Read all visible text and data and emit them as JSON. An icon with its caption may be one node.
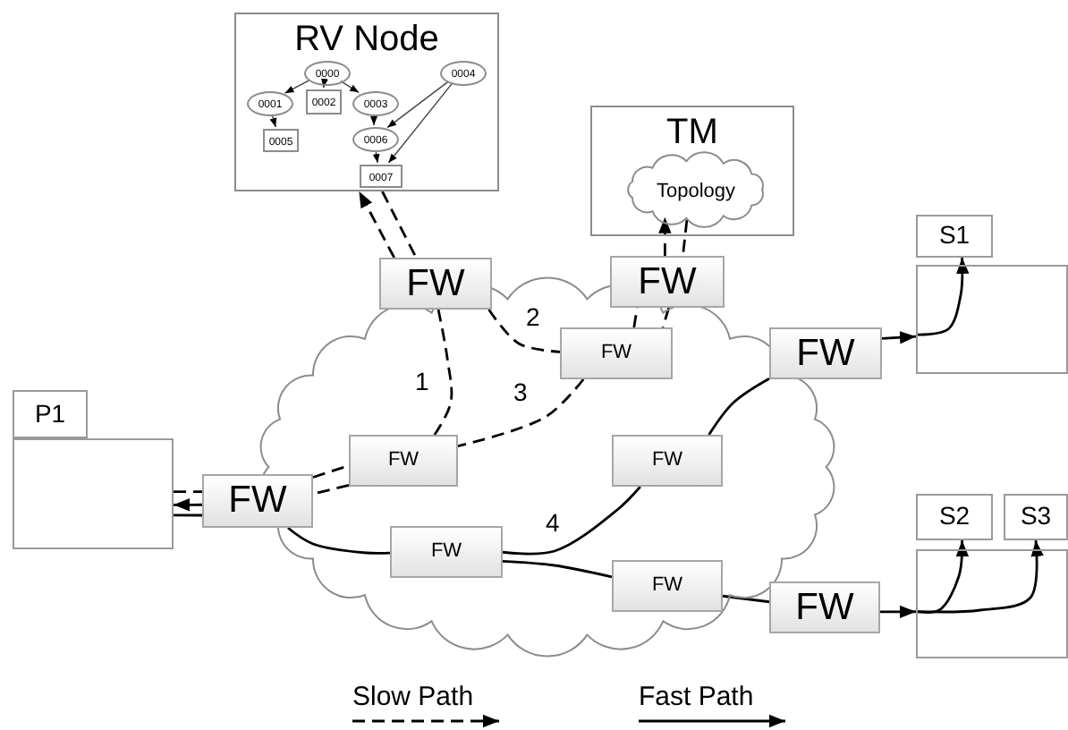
{
  "diagram": {
    "nodes": [
      {
        "text": [
          "RV Node"
        ]
      },
      {
        "text": [
          "0000"
        ],
        "in": 0
      },
      {
        "text": [
          "0004"
        ],
        "in": 0
      },
      {
        "text": [
          "0001"
        ],
        "in": 0
      },
      {
        "text": [
          "0002"
        ],
        "in": 0
      },
      {
        "text": [
          "0003"
        ],
        "in": 0
      },
      {
        "text": [
          "0005"
        ],
        "in": 0
      },
      {
        "text": [
          "0006"
        ],
        "in": 0
      },
      {
        "text": [
          "0007"
        ],
        "in": 0
      },
      {
        "text": [
          "TM"
        ]
      },
      {
        "text": [
          "Topology"
        ],
        "in": 9
      },
      {
        "text": [
          "S1"
        ]
      },
      {
        "text": [],
        "shape": "box"
      },
      {
        "text": [],
        "shape": "cloud"
      },
      {
        "text": [
          "FW"
        ]
      },
      {
        "text": [
          "FW"
        ]
      },
      {
        "text": [
          "FW"
        ],
        "in": 13
      },
      {
        "text": [
          "FW"
        ]
      },
      {
        "text": [
          "P1"
        ]
      },
      {
        "text": [],
        "shape": "box"
      },
      {
        "text": [
          "FW"
        ],
        "in": 13
      },
      {
        "text": [
          "FW"
        ],
        "in": 13
      },
      {
        "text": [
          "FW"
        ]
      },
      {
        "text": [
          "S2"
        ]
      },
      {
        "text": [
          "S3"
        ]
      },
      {
        "text": [
          "FW"
        ],
        "in": 13
      },
      {
        "text": [],
        "shape": "box"
      },
      {
        "text": [
          "FW"
        ],
        "in": 13
      },
      {
        "text": [
          "FW"
        ]
      }
    ],
    "edges": [
      {
        "from": 1,
        "to": 3,
        "arrow": "to"
      },
      {
        "from": 1,
        "to": 4,
        "arrow": "to"
      },
      {
        "from": 1,
        "to": 5,
        "arrow": "to"
      },
      {
        "from": 3,
        "to": 6,
        "arrow": "to"
      },
      {
        "from": 5,
        "to": 7,
        "arrow": "to"
      },
      {
        "from": 2,
        "to": 7,
        "arrow": "to"
      },
      {
        "from": 2,
        "to": 8,
        "arrow": "to"
      },
      {
        "from": 7,
        "to": 8,
        "arrow": "to"
      },
      {
        "from": 19,
        "to": 22,
        "arrow": "none",
        "style": "dashed"
      },
      {
        "from": 22,
        "to": 20,
        "arrow": "none",
        "style": "dashed"
      },
      {
        "from": 20,
        "to": 14,
        "arrow": "none",
        "style": "dashed",
        "label": "1"
      },
      {
        "from": 14,
        "to": 0,
        "arrow": "to",
        "style": "dashed"
      },
      {
        "from": 0,
        "to": 14,
        "arrow": "none",
        "style": "dashed"
      },
      {
        "from": 14,
        "to": 16,
        "arrow": "none",
        "style": "dashed",
        "label": "2"
      },
      {
        "from": 16,
        "to": 15,
        "arrow": "none",
        "style": "dashed"
      },
      {
        "from": 15,
        "to": 10,
        "arrow": "to",
        "style": "dashed"
      },
      {
        "from": 10,
        "to": 15,
        "arrow": "none",
        "style": "dashed"
      },
      {
        "from": 15,
        "to": 16,
        "arrow": "none",
        "style": "dashed"
      },
      {
        "from": 16,
        "to": 20,
        "arrow": "none",
        "style": "dashed",
        "label": "3"
      },
      {
        "from": 20,
        "to": 22,
        "arrow": "none",
        "style": "dashed"
      },
      {
        "from": 22,
        "to": 19,
        "arrow": "to",
        "style": "dashed"
      },
      {
        "from": 19,
        "to": 22,
        "arrow": "none"
      },
      {
        "from": 22,
        "to": 25,
        "arrow": "none"
      },
      {
        "from": 25,
        "to": 21,
        "arrow": "none",
        "label": "4"
      },
      {
        "from": 21,
        "to": 17,
        "arrow": "none"
      },
      {
        "from": 17,
        "to": 12,
        "arrow": "to"
      },
      {
        "from": 12,
        "to": 11,
        "arrow": "to"
      },
      {
        "from": 25,
        "to": 27,
        "arrow": "none"
      },
      {
        "from": 27,
        "to": 28,
        "arrow": "none"
      },
      {
        "from": 28,
        "to": 26,
        "arrow": "to"
      },
      {
        "from": 26,
        "to": 23,
        "arrow": "to"
      },
      {
        "from": 26,
        "to": 24,
        "arrow": "to"
      }
    ],
    "legend": [
      {
        "text": "Slow Path"
      },
      {
        "text": "Fast Path"
      }
    ]
  }
}
